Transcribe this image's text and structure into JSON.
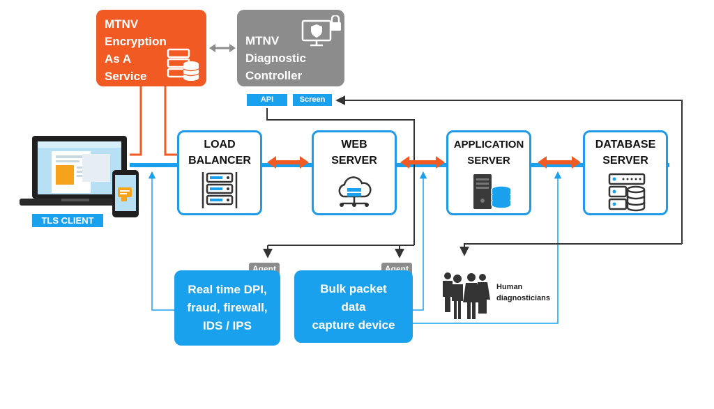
{
  "encryption_service": {
    "title_lines": [
      "MTNV",
      "Encryption",
      "As A",
      "Service"
    ],
    "icon": "server-database-icon"
  },
  "diagnostic_controller": {
    "title_lines": [
      "MTNV",
      "Diagnostic",
      "Controller"
    ],
    "icon": "secure-monitor-icon",
    "api_label": "API",
    "screen_label": "Screen"
  },
  "client": {
    "label": "TLS CLIENT",
    "icons": [
      "laptop-icon",
      "phone-icon"
    ]
  },
  "servers": [
    {
      "id": "load-balancer",
      "lines": [
        "LOAD",
        "BALANCER"
      ],
      "icon": "rack-server-icon"
    },
    {
      "id": "web-server",
      "lines": [
        "WEB",
        "SERVER"
      ],
      "icon": "cloud-server-icon"
    },
    {
      "id": "application-server",
      "lines": [
        "APPLICATION",
        "SERVER"
      ],
      "icon": "app-server-icon"
    },
    {
      "id": "database-server",
      "lines": [
        "DATABASE",
        "SERVER"
      ],
      "icon": "database-server-icon"
    }
  ],
  "agents": [
    {
      "id": "dpi",
      "tag": "Agent",
      "lines": [
        "Real time DPI,",
        "fraud, firewall,",
        "IDS / IPS"
      ]
    },
    {
      "id": "capture",
      "tag": "Agent",
      "lines": [
        "Bulk packet",
        "data",
        "capture device"
      ]
    }
  ],
  "humans": {
    "lines": [
      "Human",
      "diagnosticians"
    ],
    "icon": "people-group-icon"
  },
  "colors": {
    "orange": "#f15a22",
    "blue": "#1aa1ee",
    "gray": "#8c8c8c",
    "dark": "#333333"
  }
}
